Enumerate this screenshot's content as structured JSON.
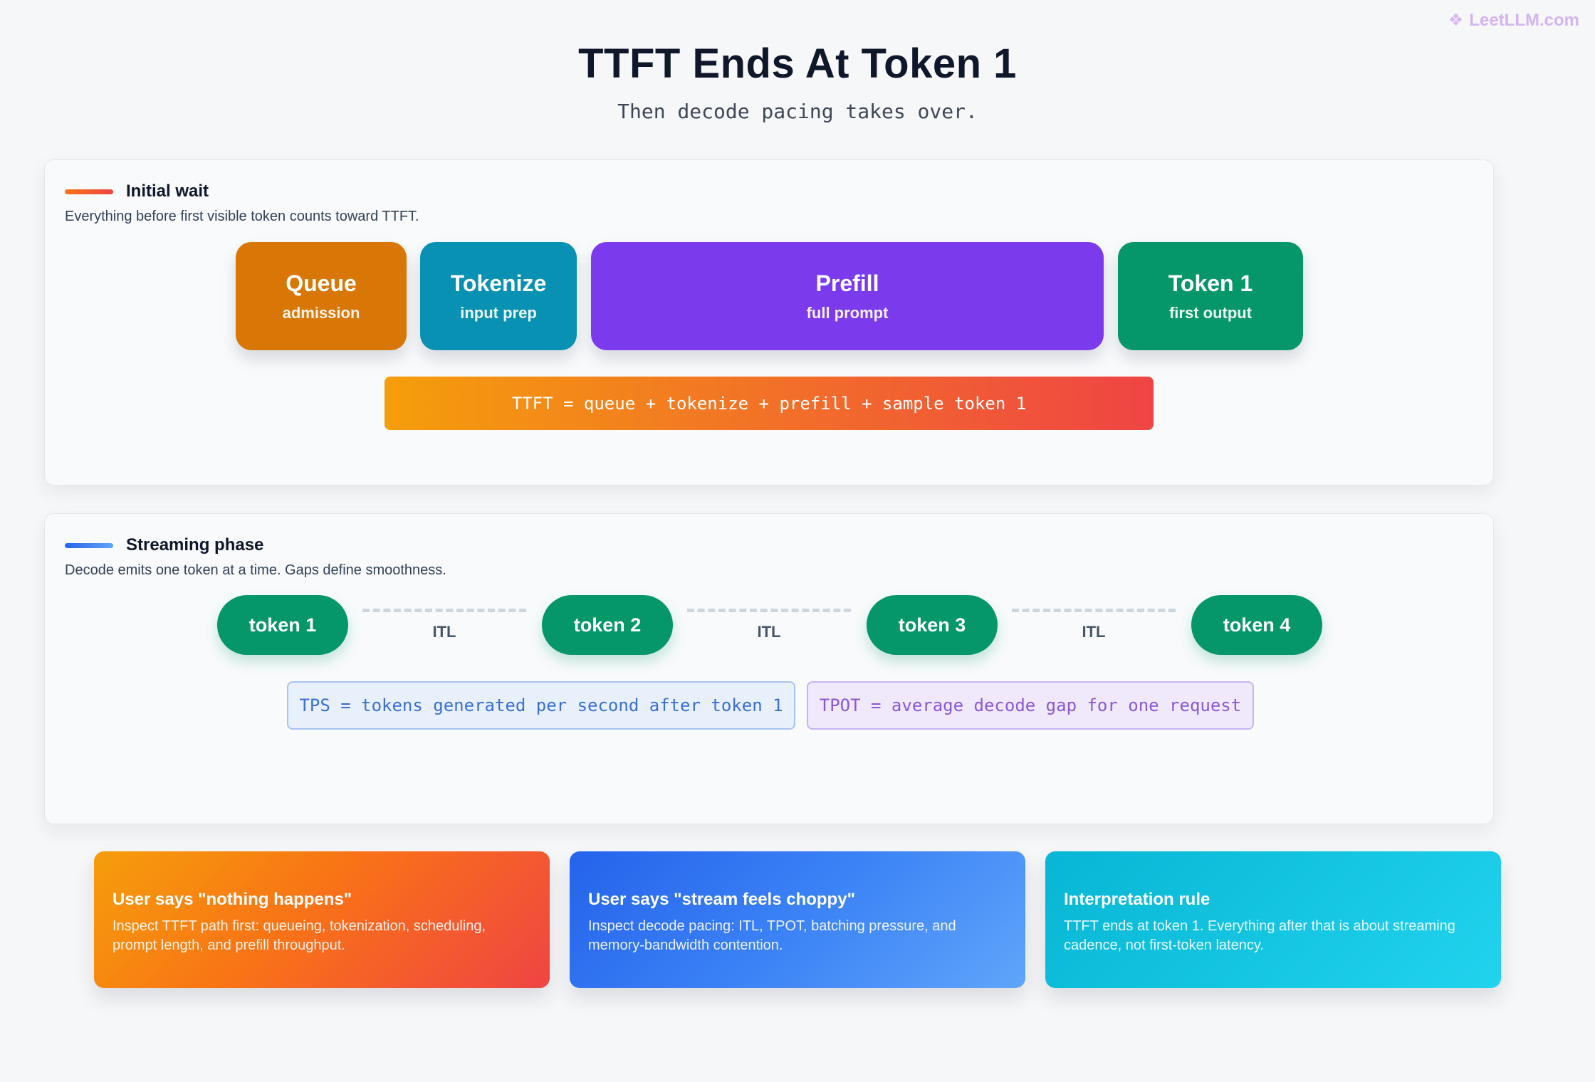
{
  "watermark": {
    "icon": "brain-icon",
    "text": "LeetLLM.com"
  },
  "header": {
    "title": "TTFT Ends At Token 1",
    "subtitle": "Then decode pacing takes over."
  },
  "initial_wait": {
    "title": "Initial wait",
    "description": "Everything before first visible token counts toward TTFT.",
    "stages": [
      {
        "name": "Queue",
        "sub": "admission",
        "color": "#d97706"
      },
      {
        "name": "Tokenize",
        "sub": "input prep",
        "color": "#0891b2"
      },
      {
        "name": "Prefill",
        "sub": "full prompt",
        "color": "#7c3aed"
      },
      {
        "name": "Token 1",
        "sub": "first output",
        "color": "#059669"
      }
    ],
    "formula": "TTFT = queue + tokenize + prefill + sample token 1"
  },
  "streaming": {
    "title": "Streaming phase",
    "description": "Decode emits one token at a time. Gaps define smoothness.",
    "tokens": [
      "token 1",
      "token 2",
      "token 3",
      "token 4"
    ],
    "gap_label": "ITL",
    "tps": "TPS = tokens generated per second after token 1",
    "tpot": "TPOT = average decode gap for one request"
  },
  "cards": [
    {
      "title": "User says \"nothing happens\"",
      "body": "Inspect TTFT path first: queueing, tokenization, scheduling, prompt length, and prefill throughput."
    },
    {
      "title": "User says \"stream feels choppy\"",
      "body": "Inspect decode pacing: ITL, TPOT, batching pressure, and memory-bandwidth contention."
    },
    {
      "title": "Interpretation rule",
      "body": "TTFT ends at token 1. Everything after that is about streaming cadence, not first-token latency."
    }
  ]
}
